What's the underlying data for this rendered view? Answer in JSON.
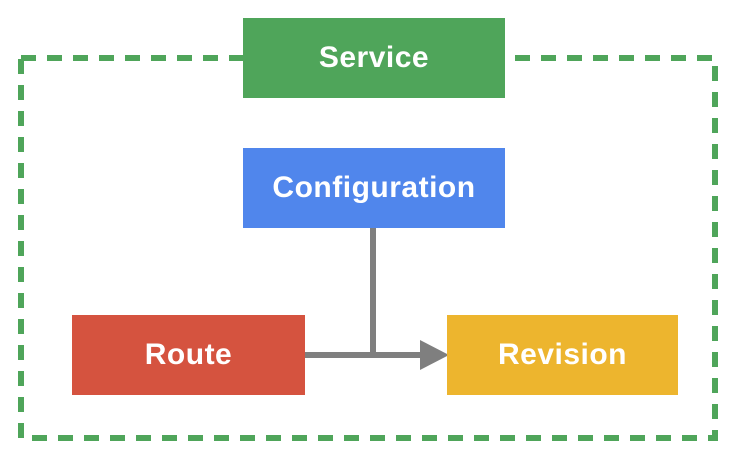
{
  "diagram": {
    "nodes": {
      "service": {
        "label": "Service",
        "color": "#4FA55A"
      },
      "configuration": {
        "label": "Configuration",
        "color": "#5086EC"
      },
      "route": {
        "label": "Route",
        "color": "#D5533F"
      },
      "revision": {
        "label": "Revision",
        "color": "#EDB52E"
      }
    },
    "edges": [
      {
        "from": "configuration",
        "to": "revision",
        "type": "elbow-line"
      },
      {
        "from": "route",
        "to": "revision",
        "type": "arrow"
      }
    ],
    "border": {
      "style": "dashed",
      "color": "#4FA55A"
    },
    "connector": {
      "color": "#7F7F7F"
    },
    "text_color": "#FFFFFF",
    "background": "#FFFFFF"
  }
}
